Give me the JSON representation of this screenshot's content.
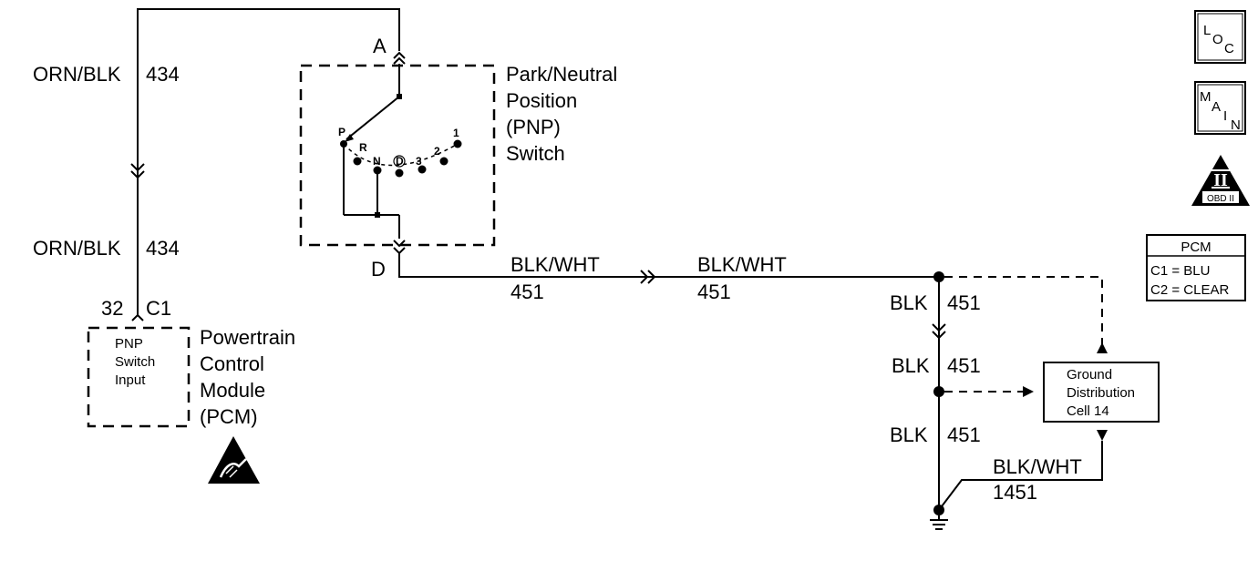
{
  "wires": {
    "pcm_top": {
      "color": "ORN/BLK",
      "circuit": "434"
    },
    "pcm_bottom": {
      "color": "ORN/BLK",
      "circuit": "434"
    },
    "pnp_out_left": {
      "color": "BLK/WHT",
      "circuit": "451"
    },
    "pnp_out_right": {
      "color": "BLK/WHT",
      "circuit": "451"
    },
    "gnd_1": {
      "color": "BLK",
      "circuit": "451"
    },
    "gnd_2": {
      "color": "BLK",
      "circuit": "451"
    },
    "gnd_3": {
      "color": "BLK",
      "circuit": "451"
    },
    "gnd_cell": {
      "color": "BLK/WHT",
      "circuit": "1451"
    }
  },
  "connectors": {
    "pnp_a": "A",
    "pnp_d": "D",
    "pcm_pin": "32",
    "pcm_conn": "C1"
  },
  "pnp_switch": {
    "title_lines": [
      "Park/Neutral",
      "Position",
      "(PNP)",
      "Switch"
    ],
    "positions": [
      "P",
      "R",
      "N",
      "D",
      "3",
      "2",
      "1"
    ]
  },
  "pcm": {
    "input_lines": [
      "PNP",
      "Switch",
      "Input"
    ],
    "title_lines": [
      "Powertrain",
      "Control",
      "Module",
      "(PCM)"
    ]
  },
  "ground_cell": {
    "lines": [
      "Ground",
      "Distribution",
      "Cell 14"
    ]
  },
  "legend": {
    "loc": [
      "L",
      "O",
      "C"
    ],
    "main": [
      "M",
      "A",
      "I",
      "N"
    ],
    "obd": {
      "numeral": "II",
      "label": "OBD II"
    },
    "pcm_table": {
      "title": "PCM",
      "rows": [
        "C1 = BLU",
        "C2 = CLEAR"
      ]
    }
  }
}
